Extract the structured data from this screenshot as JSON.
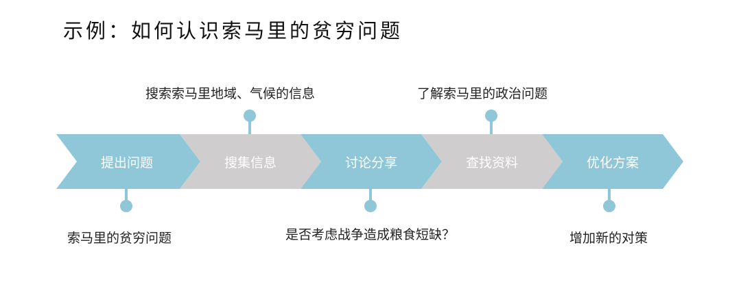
{
  "title": "示例：如何认识索马里的贫穷问题",
  "colors": {
    "blue": "#8fc7d8",
    "gray": "#cfcdcd",
    "text": "#222222",
    "white": "#ffffff"
  },
  "steps": [
    {
      "label": "提出问题",
      "color": "blue"
    },
    {
      "label": "搜集信息",
      "color": "gray"
    },
    {
      "label": "讨论分享",
      "color": "blue"
    },
    {
      "label": "查找资料",
      "color": "gray"
    },
    {
      "label": "优化方案",
      "color": "blue"
    }
  ],
  "annotations_top": [
    {
      "text": "搜索索马里地域、气候的信息",
      "step": 1
    },
    {
      "text": "了解索马里的政治问题",
      "step": 3
    }
  ],
  "annotations_bottom": [
    {
      "text": "索马里的贫穷问题",
      "step": 0
    },
    {
      "text": "是否考虑战争造成粮食短缺？",
      "step": 2
    },
    {
      "text": "增加新的对策",
      "step": 4
    }
  ]
}
